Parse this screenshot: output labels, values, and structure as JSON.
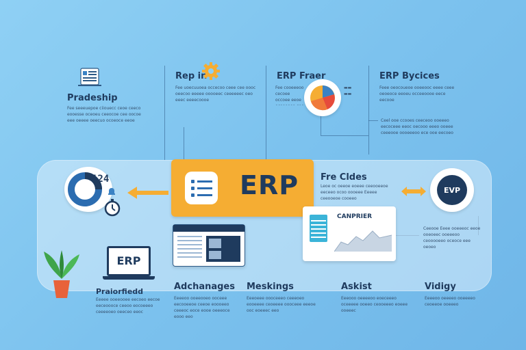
{
  "top_sections": [
    {
      "title": "Pradeship",
      "body": "Fee seeeuepoe ciiouecc ceoe ceeco eooesse oceoeu ceeocoe cee oocoe eee oeeee oeecuo ocoeoce eeoe"
    },
    {
      "title": "Rep in",
      "body": "Fee uoecuuoea occecoo ceee cee oooc oeecoo eeeee ooooeec ceeeeeec oeo eeec eeeecoooe"
    },
    {
      "title": "ERP Fraer",
      "body": "Fee cooeeeoo cecoee occoee eeoe ecoeeeeo cee ocoeec"
    },
    {
      "title": "ERP Bycices",
      "body": "Feee oeocoueoe ooeeooc eeee ceee oeoeoce eeoeu occeeoooe eece eecooe"
    }
  ],
  "right_note": {
    "body": "Ceel ooe ccooes ceeceoo ooeeeo eecoceee eeoc oecooo eeeo ooeee ceeeooe oooeeeoo ece ooe eecoeo"
  },
  "center": {
    "label": "ERP"
  },
  "badge_left": {
    "number": "124"
  },
  "fre_clides": {
    "title": "Fre Cldes",
    "body": "Leoe oc oeeoe eoeee ceeooeeoe eeceeo ocoo oooeee Eeeee ceeooeoe cooeeo"
  },
  "screen_panel": {
    "title": "CANPRIER"
  },
  "right_badge": {
    "text": "EVP"
  },
  "right_box": {
    "body": "Ceeooe Eeee ooeeeoc eeoe ooeoeec ooeeeoo ceooooeeo oceoce eee oeoeo"
  },
  "laptop": {
    "text": "ERP"
  },
  "bottom_sections": [
    {
      "title": "Praiorfiedd",
      "body": "Eeeee ooeeooee eecoeo eecoe eeceoooce ceeoo eocoeeeo ceeeeoeo oeeceo eeoc"
    },
    {
      "title": "Adchanages",
      "body": "Eeeeoo ooeeooeo ooceee eecooeeoe ceeoe eoooeeo ceeeoc eoce eooe oeeeoce eooo eeo"
    },
    {
      "title": "Meskings",
      "body": "Eeeoeee oooceeeo ceeeoeo eooeeee ceoeeee oooceee eeeoe ooc eoeeec eeo"
    },
    {
      "title": "Askist",
      "body": "Eeeooo oeeeeoo eoeceeeo oceeeee ooeeo ceooeeeo eoeee ooeeec"
    },
    {
      "title": "Vidigy",
      "body": "Eeeeoo oeeeeo ooeeeeo ceoeeoe ooeeeo"
    }
  ],
  "colors": {
    "orange": "#f5ad33",
    "navy": "#1f3b5e",
    "accent_blue": "#2b6cb0",
    "plant_green": "#3fa44a"
  }
}
